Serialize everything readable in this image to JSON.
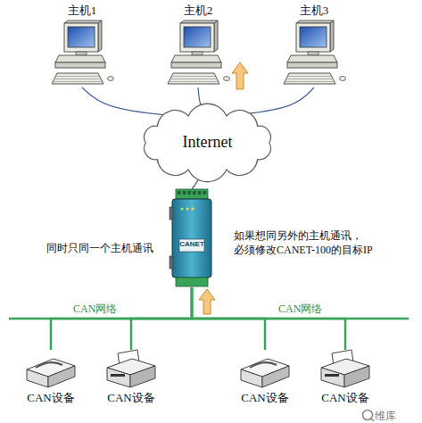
{
  "diagram": {
    "nodes": [
      {
        "text": [
          "主机1"
        ]
      },
      {
        "text": [
          "主机2"
        ]
      },
      {
        "text": [
          "主机3"
        ]
      },
      {
        "text": [
          "Internet"
        ]
      },
      {
        "text": [
          "CANET"
        ]
      },
      {
        "text": [
          "CAN设备"
        ]
      },
      {
        "text": [
          "CAN设备"
        ]
      },
      {
        "text": [
          "CAN设备"
        ]
      },
      {
        "text": [
          "CAN设备"
        ]
      }
    ],
    "edges": [
      {
        "from": 0,
        "to": 3,
        "arrow": "none"
      },
      {
        "from": 1,
        "to": 3,
        "arrow": "none"
      },
      {
        "from": 2,
        "to": 3,
        "arrow": "none"
      },
      {
        "from": 3,
        "to": 4,
        "arrow": "none"
      },
      {
        "from": 4,
        "to": 5,
        "arrow": "none"
      },
      {
        "from": 4,
        "to": 6,
        "arrow": "none"
      },
      {
        "from": 4,
        "to": 7,
        "arrow": "none"
      },
      {
        "from": 4,
        "to": 8,
        "arrow": "none"
      }
    ],
    "labels": [
      "同时只同一个主机通讯",
      "如果想同另外的主机通讯， 必须修改CANET-100的目标IP",
      "CAN网络",
      "CAN网络",
      "维库"
    ]
  }
}
